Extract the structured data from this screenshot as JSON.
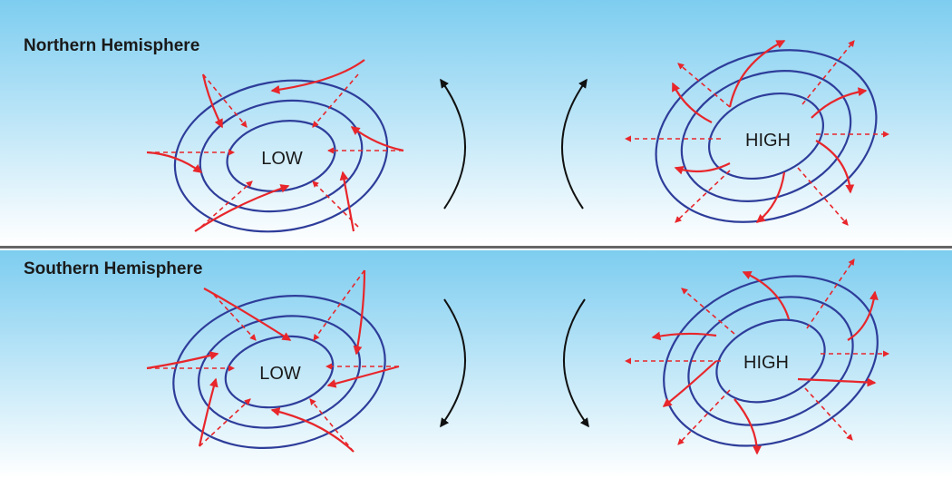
{
  "northern": {
    "title": "Northern Hemisphere",
    "low_label": "LOW",
    "high_label": "HIGH"
  },
  "southern": {
    "title": "Southern Hemisphere",
    "low_label": "LOW",
    "high_label": "HIGH"
  },
  "colors": {
    "sky_top": "#7dcdf0",
    "sky_bottom": "#ffffff",
    "isobar": "#2e3d9a",
    "wind": "#e8262b",
    "rotation_arrow": "#111111",
    "divider": "#666666"
  }
}
